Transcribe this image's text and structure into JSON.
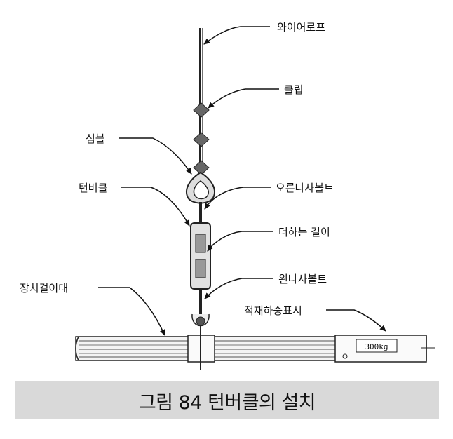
{
  "labels": {
    "wire_rope": "와이어로프",
    "clip": "클립",
    "thimble": "심블",
    "turnbuckle": "턴버클",
    "right_bolt": "오른나사볼트",
    "added_length": "더하는 길이",
    "left_bolt": "왼나사볼트",
    "mount_bar": "장치걸이대",
    "load_marking": "적재하중표시",
    "load_value": "300kg"
  },
  "caption": "그림 84 턴버클의 설치"
}
